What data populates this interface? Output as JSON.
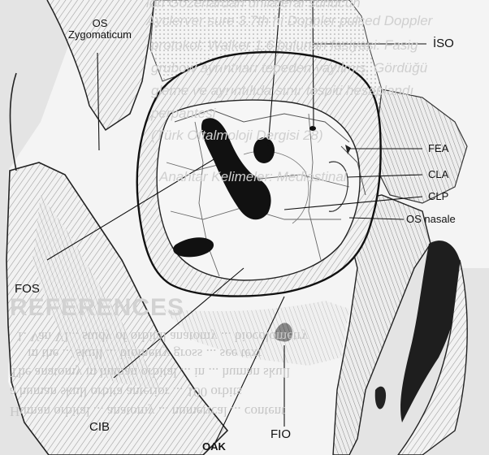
{
  "labels": {
    "os_zygomaticum_line1": "OS",
    "os_zygomaticum_line2": "Zygomaticum",
    "iso": "İSO",
    "fea": "FEA",
    "cla": "CLA",
    "clp": "CLP",
    "os_nasale": "OS nasale",
    "fos": "FOS",
    "cib": "CIB",
    "fio": "FIO",
    "oak": "OAK"
  },
  "background_text": {
    "faded_lines": [
      "ion Gozenardan unilateral sunucun",
      "Ayclerver sure 3.7th hi Doppler pulsed Doppler",
      "protokol: Walker 1.6 bulunan fasiyasi: Fasig",
      "grubow ayrıntıları tepeden yayılmış. Gördüğü",
      "gleme ve ayrıntılıda sınır tespiti hesaplandı",
      "perpantesi",
      "(Türk Oftalmoloji Dergisi 28)",
      "Anahtar Kelimeler: Mediastinal"
    ],
    "heading": "REFERENCES",
    "reference_lines": [
      "1. Van Vl... study of orbital anatomy ... biocolometry",
      "in the ... skull ... biometry gross ... see text",
      "The anatomy in human orbital ... in ... human skull",
      "a human skull orbita anterior ... 100 orbits",
      "Human orbital ... anatomy ... numerical ... content"
    ]
  }
}
